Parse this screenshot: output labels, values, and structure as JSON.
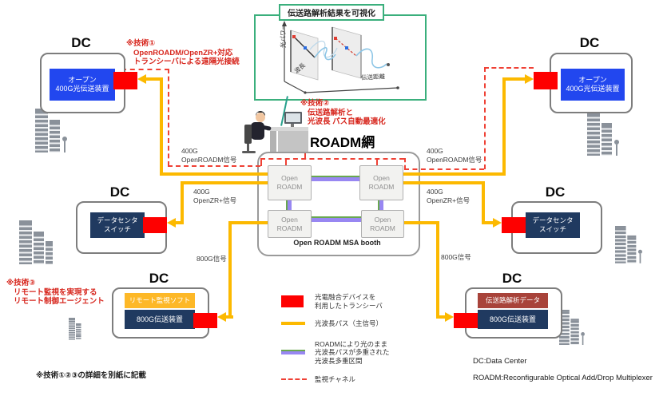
{
  "viz": {
    "title": "伝送路解析結果を可視化",
    "axis_y": "光パワー",
    "axis_z": "波長",
    "axis_x": "伝送距離"
  },
  "tech1": {
    "l1": "※技術①",
    "l2": "OpenROADM/OpenZR+対応",
    "l3": "トランシーバによる遠隔光接続"
  },
  "tech2": {
    "l1": "※技術②",
    "l2": "伝送路解析と",
    "l3": "光波長 パス自動最適化"
  },
  "tech3": {
    "l1": "※技術③",
    "l2": "リモート監視を実現する",
    "l3": "リモート制御エージェント"
  },
  "roadm": {
    "network": "ROADM網",
    "booth": "Open ROADM MSA booth",
    "node_l1": "Open",
    "node_l2": "ROADM"
  },
  "dc": {
    "label": "DC"
  },
  "devices": {
    "open400_l1": "オープン",
    "open400_l2": "400G光伝送装置",
    "dcsw_l1": "データセンタ",
    "dcsw_l2": "スイッチ",
    "monitor_soft": "リモート監視ソフト",
    "dev800": "800G伝送装置",
    "analysis_data": "伝送路解析データ"
  },
  "signals": {
    "g400": "400G",
    "openroadm": "OpenROADM信号",
    "openzr": "OpenZR+信号",
    "g800": "800G信号"
  },
  "legend": {
    "transceiver_l1": "光電融合デバイスを",
    "transceiver_l2": "利用したトランシーバ",
    "path": "光波長パス（主信号）",
    "mux_l1": "ROADMにより光のまま",
    "mux_l2": "光波長パスが多重された",
    "mux_l3": "光波長多重区間",
    "monitor": "監視チャネル"
  },
  "footnotes": {
    "note": "※技術①②③の詳細を別紙に記載",
    "dc_def": "DC:Data Center",
    "roadm_def": "ROADM:Reconfigurable Optical Add/Drop Multiplexer"
  },
  "colors": {
    "wavelength_path_yellow": "#fcb900",
    "multiplex_purple": "#9887f2",
    "multiplex_green": "#69a84f",
    "monitor_channel_red": "#ef4135",
    "transceiver_red": "#fe0000",
    "device_blue": "#2247ef",
    "device_navy": "#203a60",
    "device_orange": "#fdb827",
    "device_darkred": "#a8433a",
    "tech_text_red": "#d7261d",
    "viz_border_green": "#3aaf7c"
  }
}
